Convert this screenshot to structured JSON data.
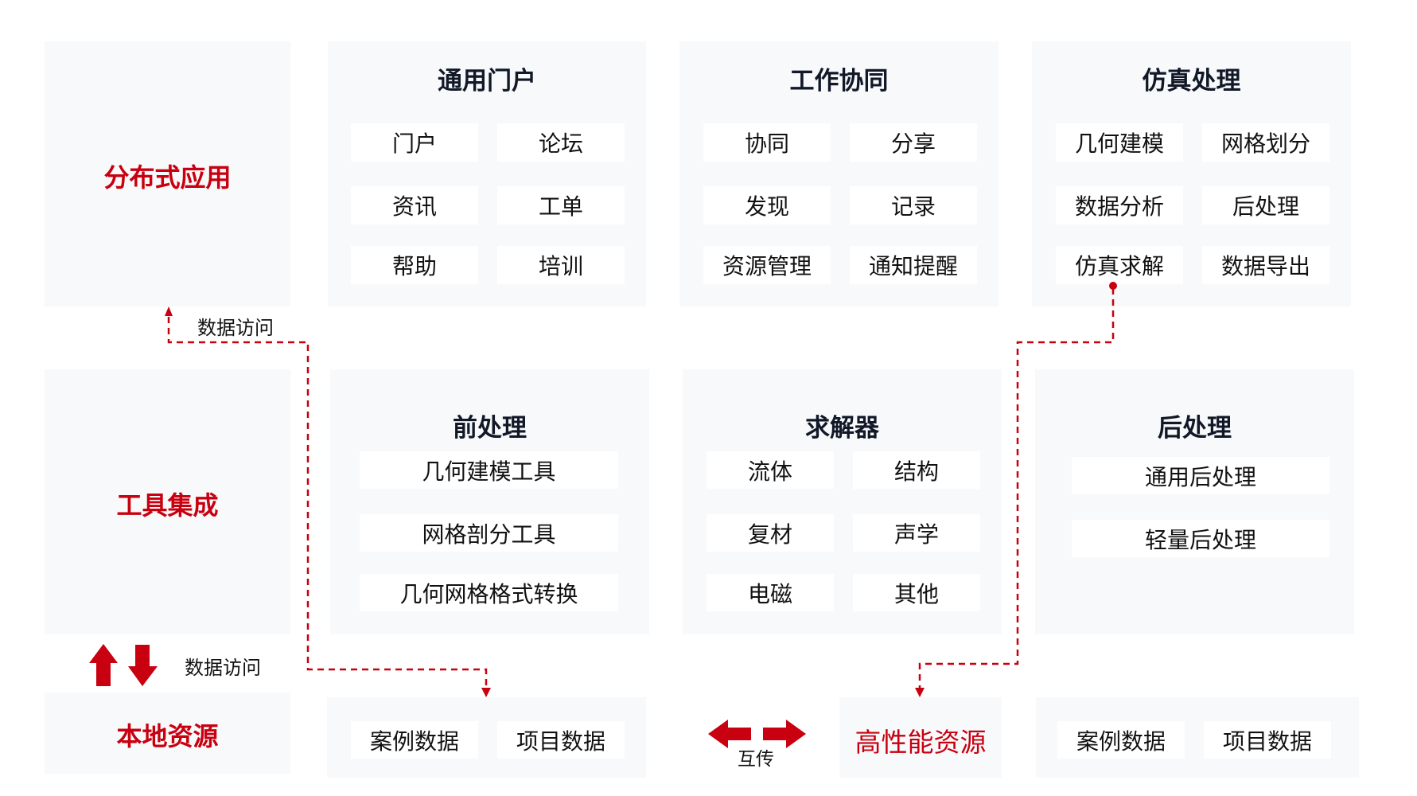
{
  "colors": {
    "accent": "#c8000f",
    "panel_bg": "#f8f9fb",
    "cell_bg": "#ffffff",
    "title_text": "#111827"
  },
  "left_column": {
    "distributed_apps": "分布式应用",
    "tool_integration": "工具集成",
    "local_resources": "本地资源",
    "data_access_top": "数据访问",
    "data_access_bottom": "数据访问"
  },
  "top_row": {
    "portal": {
      "title": "通用门户",
      "items": [
        "门户",
        "论坛",
        "资讯",
        "工单",
        "帮助",
        "培训"
      ]
    },
    "collaboration": {
      "title": "工作协同",
      "items": [
        "协同",
        "分享",
        "发现",
        "记录",
        "资源管理",
        "通知提醒"
      ]
    },
    "simulation": {
      "title": "仿真处理",
      "items": [
        "几何建模",
        "网格划分",
        "数据分析",
        "后处理",
        "仿真求解",
        "数据导出"
      ]
    }
  },
  "middle_row": {
    "preprocessing": {
      "title": "前处理",
      "items": [
        "几何建模工具",
        "网格剖分工具",
        "几何网格格式转换"
      ]
    },
    "solver": {
      "title": "求解器",
      "items": [
        "流体",
        "结构",
        "复材",
        "声学",
        "电磁",
        "其他"
      ]
    },
    "postprocessing": {
      "title": "后处理",
      "items": [
        "通用后处理",
        "轻量后处理"
      ]
    }
  },
  "bottom_row": {
    "local_data": {
      "items": [
        "案例数据",
        "项目数据"
      ]
    },
    "transfer_label": "互传",
    "hpc": {
      "title": "高性能资源"
    },
    "remote_data": {
      "items": [
        "案例数据",
        "项目数据"
      ]
    }
  },
  "icons": {
    "up_arrow": "arrow-up-icon",
    "down_arrow": "arrow-down-icon",
    "left_arrow": "arrow-left-icon",
    "right_arrow": "arrow-right-icon"
  }
}
